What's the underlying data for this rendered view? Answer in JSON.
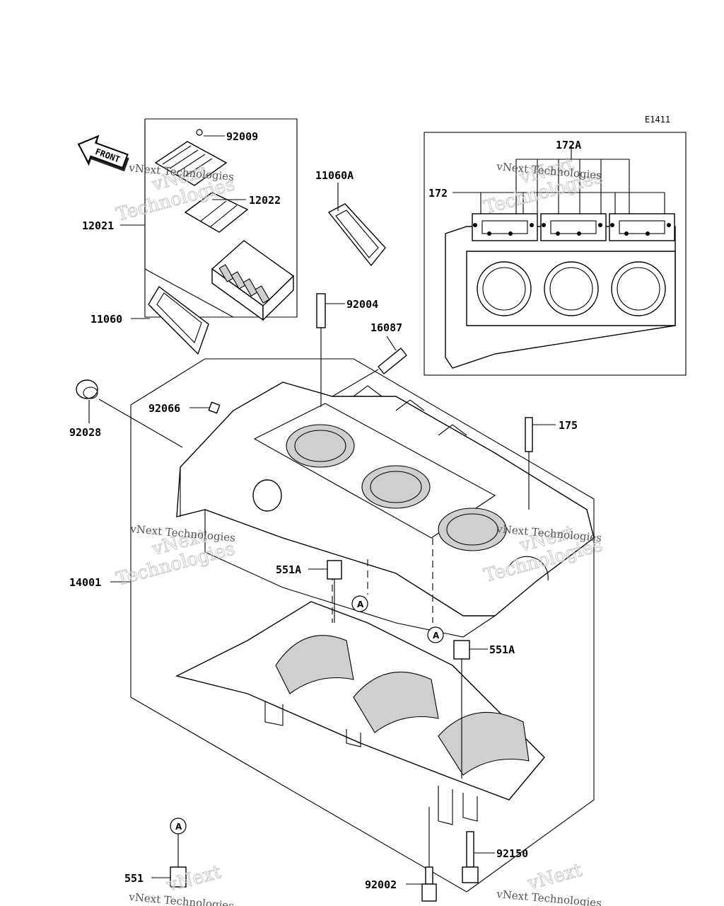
{
  "diagram_code": "E1411",
  "front_label": "FRONT",
  "ref_marker": "A",
  "watermark_line1": "vNext",
  "watermark_line2": "Technologies",
  "watermark_small": "vNext Technologies",
  "parts": {
    "p92009": "92009",
    "p12022": "12022",
    "p12021": "12021",
    "p11060A": "11060A",
    "p11060": "11060",
    "p92004": "92004",
    "p16087": "16087",
    "p92066": "92066",
    "p92028": "92028",
    "p175": "175",
    "p172A": "172A",
    "p172": "172",
    "p551A_top": "551A",
    "p551A_bottom": "551A",
    "p14001": "14001",
    "p551": "551",
    "p92150": "92150",
    "p92002": "92002"
  }
}
